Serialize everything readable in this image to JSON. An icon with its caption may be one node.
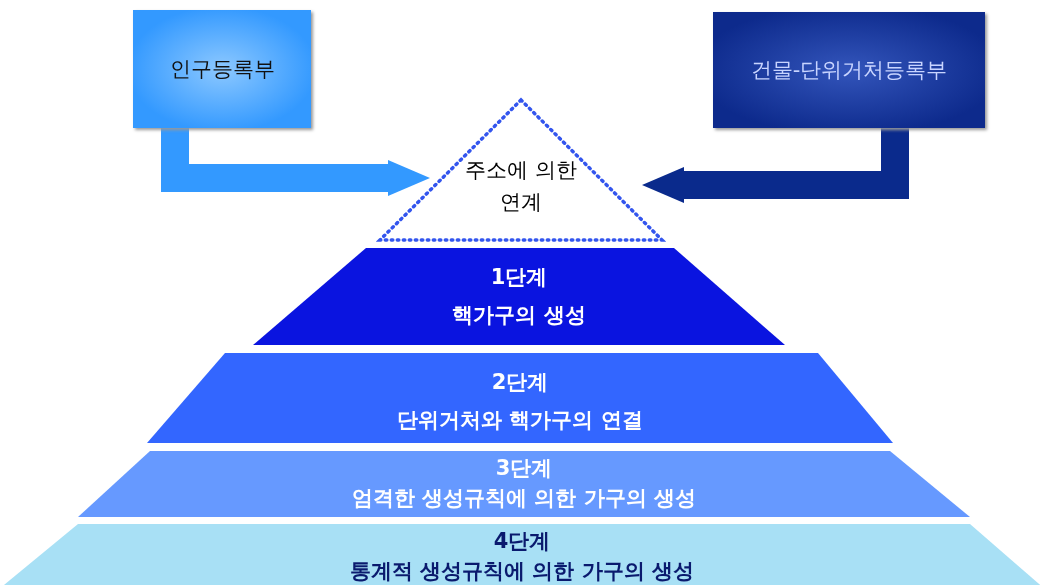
{
  "diagram": {
    "nodes": [
      {
        "text": [
          "인구등록부"
        ]
      },
      {
        "text": [
          "건물-단위거처등록부"
        ]
      },
      {
        "text": [
          "주소에 의한 연계"
        ]
      },
      {
        "text": [
          "1단계",
          "핵가구의 생성"
        ]
      },
      {
        "text": [
          "2단계",
          "단위거처와 핵가구의 연결"
        ]
      },
      {
        "text": [
          "3단계",
          "엄격한 생성규칙에 의한 가구의 생성"
        ]
      },
      {
        "text": [
          "4단계",
          "통계적 생성규칙에 의한 가구의 생성"
        ]
      }
    ],
    "edges": [
      {
        "from": 0,
        "to": 2,
        "arrow": "to",
        "color": "#3399ff"
      },
      {
        "from": 1,
        "to": 2,
        "arrow": "to",
        "color": "#0a2a8c"
      }
    ]
  }
}
